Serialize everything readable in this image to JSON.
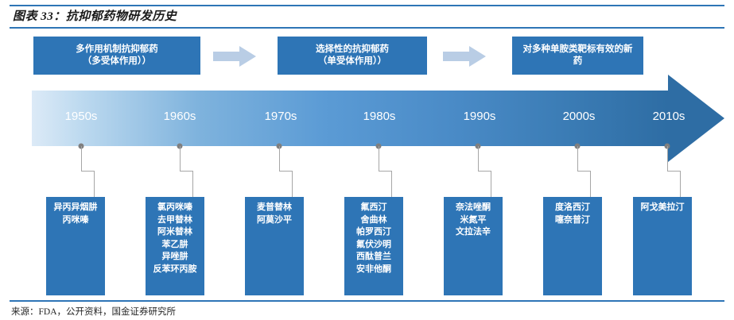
{
  "figure": {
    "title": "图表 33：抗抑郁药物研发历史",
    "accent_color": "#2e75b6",
    "box_color": "#2e75b6",
    "arrow_color": "#b9cde5",
    "timeline_start_color": "#dceaf7",
    "timeline_end_color": "#2e6da4",
    "connector_color": "#a6a6a6"
  },
  "strategy": {
    "boxes": [
      {
        "line1": "多作用机制抗抑郁药",
        "line2": "（多受体作用））"
      },
      {
        "line1": "选择性的抗抑郁药",
        "line2": "（单受体作用））"
      },
      {
        "line1": "对多种单胺类靶标有效的新",
        "line2": "药"
      }
    ],
    "arrows": [
      {
        "name": "flow-arrow-1"
      },
      {
        "name": "flow-arrow-2"
      }
    ]
  },
  "timeline": {
    "decades": [
      {
        "label": "1950s"
      },
      {
        "label": "1960s"
      },
      {
        "label": "1970s"
      },
      {
        "label": "1980s"
      },
      {
        "label": "1990s"
      },
      {
        "label": "2000s"
      },
      {
        "label": "2010s"
      }
    ]
  },
  "drug_boxes": [
    {
      "decade": "1950s",
      "drugs": [
        "异丙异烟肼",
        "丙咪嗪"
      ]
    },
    {
      "decade": "1960s",
      "drugs": [
        "氯丙咪嗪",
        "去甲替林",
        "阿米替林",
        "苯乙肼",
        "异唑肼",
        "反苯环丙胺"
      ]
    },
    {
      "decade": "1970s",
      "drugs": [
        "麦普替林",
        "阿莫沙平"
      ]
    },
    {
      "decade": "1980s",
      "drugs": [
        "氟西汀",
        "舍曲林",
        "帕罗西汀",
        "氟伏沙明",
        "西酞普兰",
        "安非他酮"
      ]
    },
    {
      "decade": "1990s",
      "drugs": [
        "奈法唑酮",
        "米氮平",
        "文拉法辛"
      ]
    },
    {
      "decade": "2000s",
      "drugs": [
        "度洛西汀",
        "噻奈普汀"
      ]
    },
    {
      "decade": "2010s",
      "drugs": [
        "阿戈美拉汀"
      ]
    }
  ],
  "footer": {
    "source": "来源：FDA，公开资料，国金证券研究所"
  }
}
